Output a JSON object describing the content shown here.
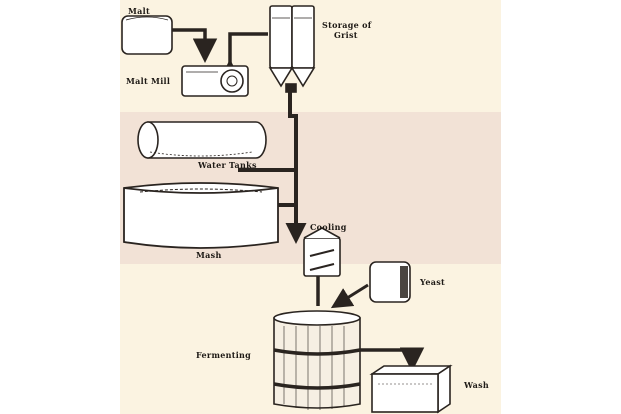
{
  "labels": {
    "malt": "Malt",
    "malt_mill": "Malt Mill",
    "storage_line1": "Storage of",
    "storage_line2": "Grist",
    "water_tanks": "Water Tanks",
    "mash": "Mash",
    "cooling": "Cooling",
    "yeast": "Yeast",
    "fermenting": "Fermenting",
    "wash": "Wash"
  },
  "colors": {
    "band_light": "#fbf3e1",
    "band_pink": "#f2e2d6",
    "ink": "#2a2420",
    "equipment_fill": "#ffffff",
    "barrel_fill": "#f6efe3"
  }
}
